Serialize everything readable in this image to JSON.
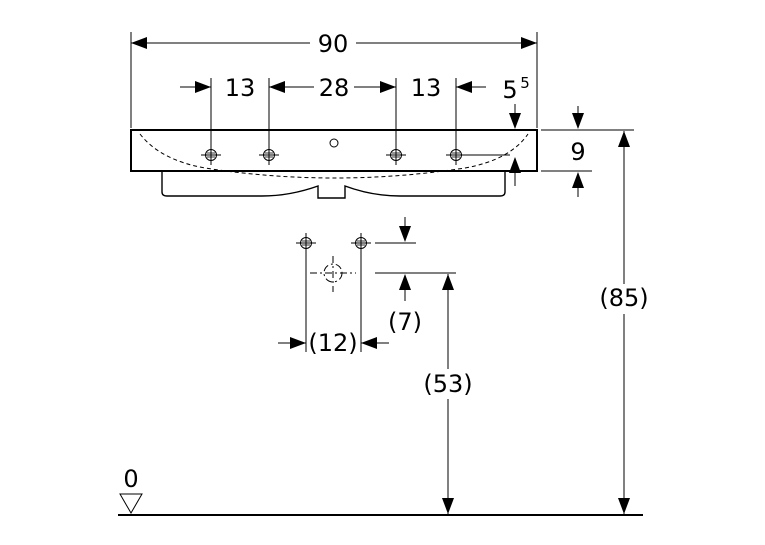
{
  "dimensions": {
    "overall_width": "90",
    "edge_left": "13",
    "tap_spacing": "28",
    "edge_right": "13",
    "rim_offset": "5",
    "rim_offset_sup": "5",
    "rim_height": "9",
    "outlet_spacing": "(12)",
    "outlet_drop": "(7)",
    "outlet_height": "(53)",
    "rim_height_floor": "(85)",
    "floor_level": "0"
  }
}
